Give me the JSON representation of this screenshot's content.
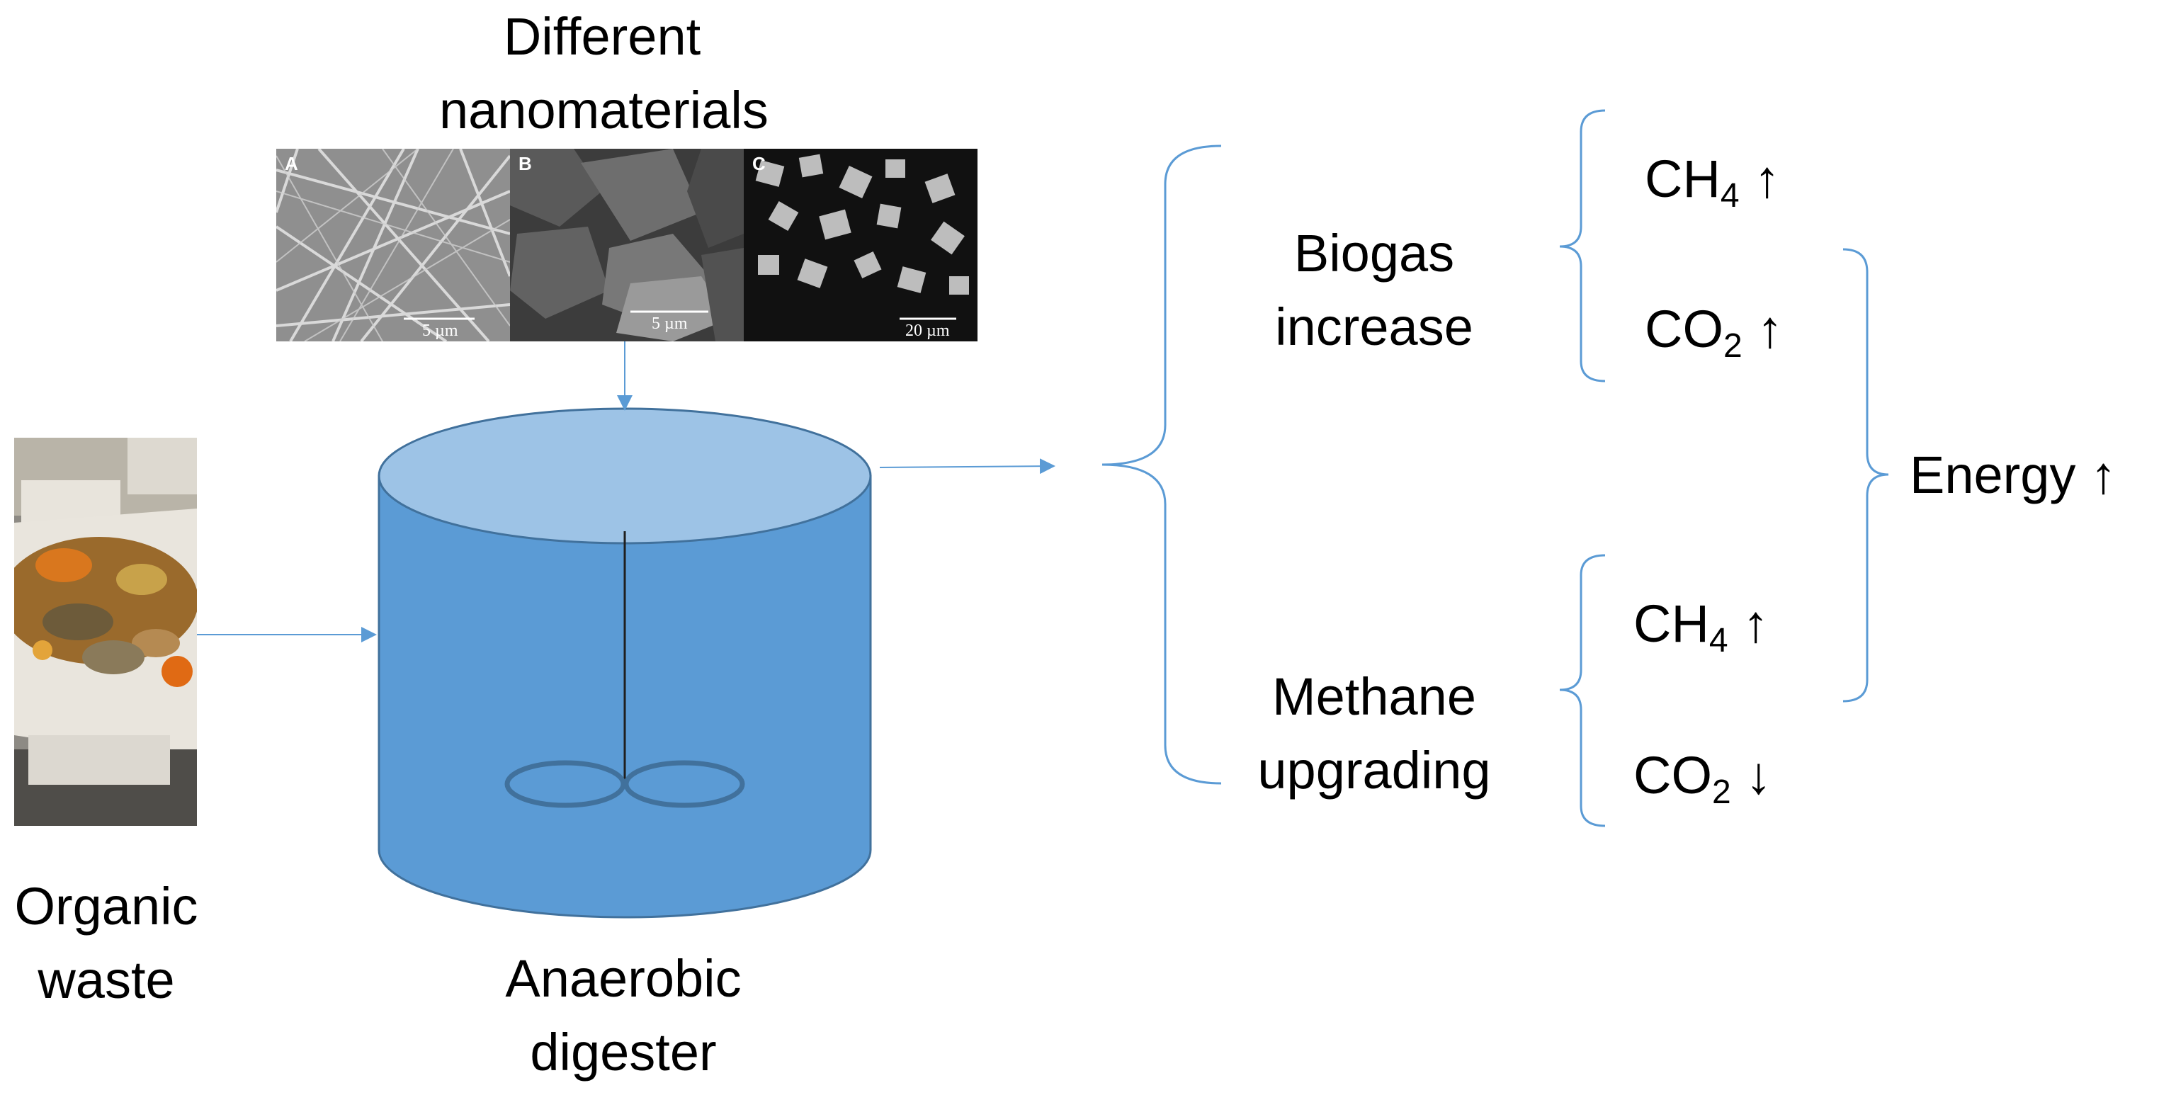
{
  "nanomaterials": {
    "title_line1": "Different",
    "title_line2": "nanomaterials",
    "panels": [
      {
        "tag": "A",
        "scale": "5 µm"
      },
      {
        "tag": "B",
        "scale": "5 µm"
      },
      {
        "tag": "C",
        "scale": "20 µm"
      }
    ]
  },
  "organic_waste": {
    "line1": "Organic",
    "line2": "waste"
  },
  "digester": {
    "line1": "Anaerobic",
    "line2": "digester"
  },
  "biogas": {
    "line1": "Biogas",
    "line2": "increase"
  },
  "upgrading": {
    "line1": "Methane",
    "line2": "upgrading"
  },
  "energy": "Energy ↑",
  "gases": {
    "g1": {
      "formula": "CH",
      "sub": "4",
      "arrow": "↑"
    },
    "g2": {
      "formula": "CO",
      "sub": "2",
      "arrow": "↑"
    },
    "g3": {
      "formula": "CH",
      "sub": "4",
      "arrow": "↑"
    },
    "g4": {
      "formula": "CO",
      "sub": "2",
      "arrow": "↓"
    }
  },
  "colors": {
    "tank_body": "#5b9bd5",
    "tank_top": "#9dc3e6",
    "tank_stroke": "#41719c",
    "connector": "#5b9bd5"
  }
}
